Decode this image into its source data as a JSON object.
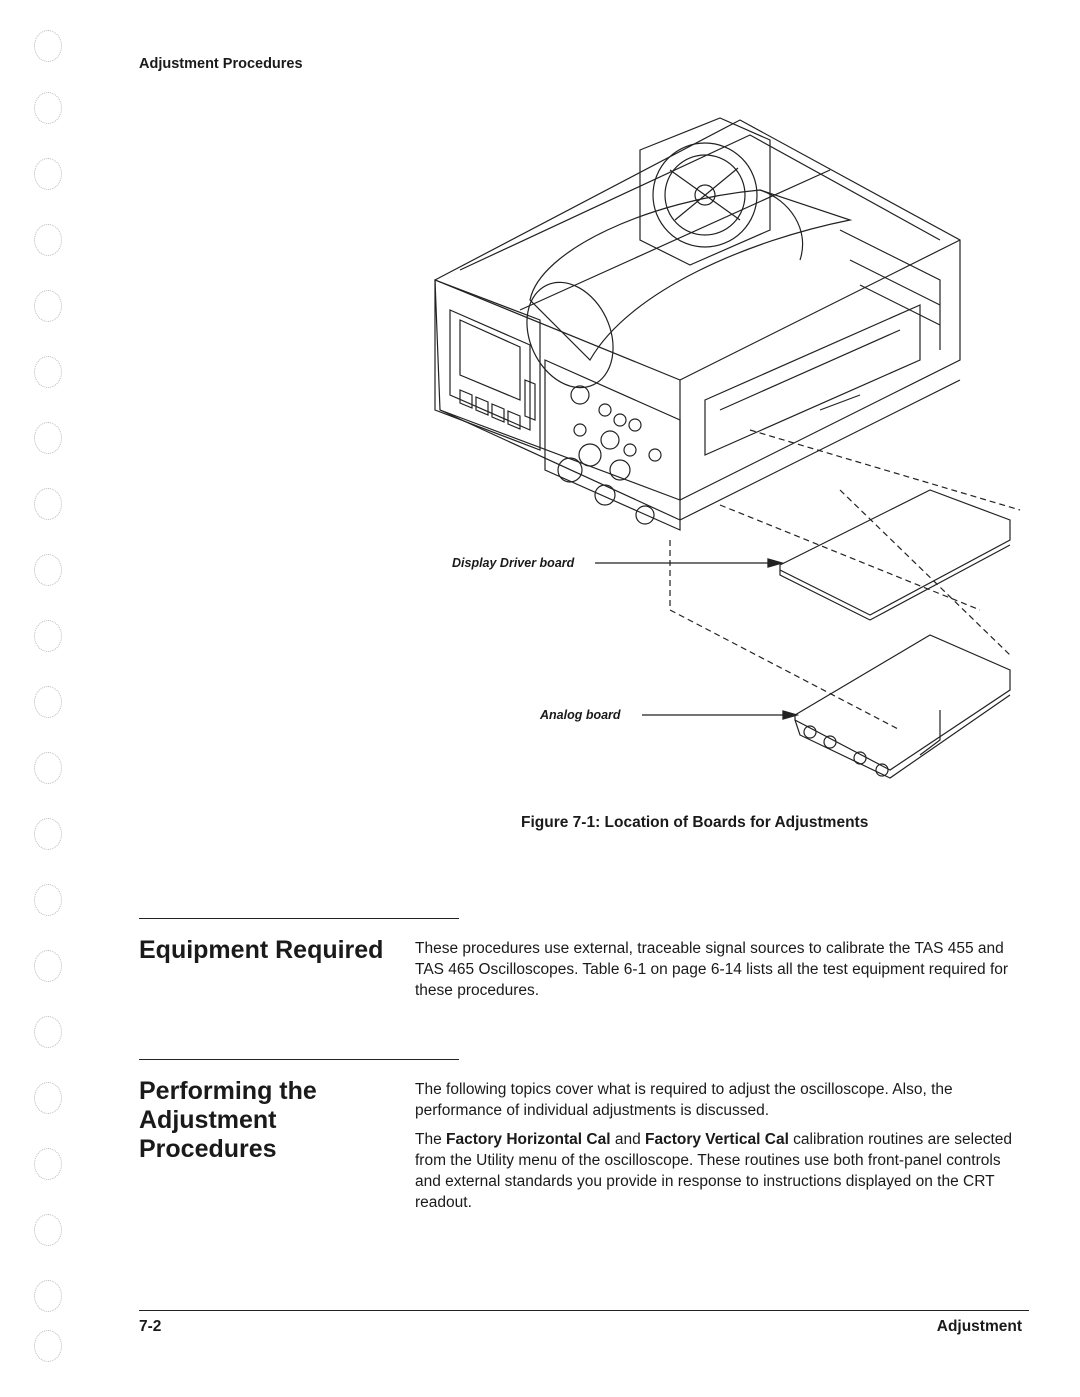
{
  "header": {
    "running_title": "Adjustment Procedures"
  },
  "figure": {
    "callouts": {
      "display_driver": "Display Driver board",
      "analog": "Analog board"
    },
    "caption": "Figure 7-1:  Location of Boards for Adjustments"
  },
  "sections": [
    {
      "heading": "Equipment Required",
      "paragraphs": [
        "These procedures use external, traceable signal sources to calibrate the TAS 455 and TAS 465 Oscilloscopes. Table 6-1 on page 6-14 lists all the test equipment required for these procedures."
      ]
    },
    {
      "heading": "Performing the Adjustment Procedures",
      "paragraphs": [
        "The following topics cover what is required to adjust the oscilloscope. Also, the performance of individual adjustments is discussed."
      ],
      "paragraph2": {
        "lead": "The ",
        "bold1": "Factory Horizontal Cal",
        "mid": " and ",
        "bold2": "Factory Vertical Cal",
        "tail": " calibration routines are selected from the Utility menu of the oscilloscope. These routines use both front-panel controls and external standards you provide in response to instructions displayed on the CRT readout."
      }
    }
  ],
  "footer": {
    "page_number": "7-2",
    "chapter": "Adjustment"
  }
}
